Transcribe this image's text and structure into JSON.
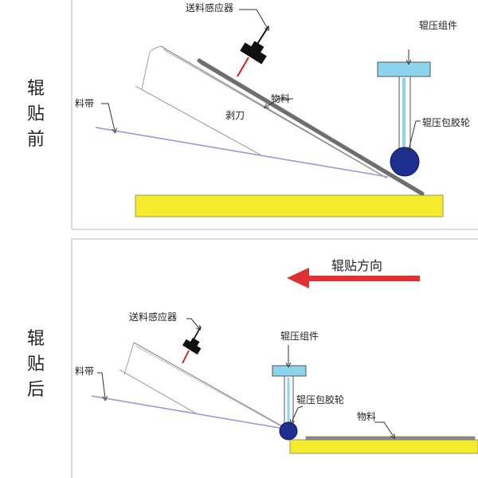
{
  "panels": [
    {
      "side_label": [
        "辊",
        "贴",
        "前"
      ],
      "labels": {
        "sensor": "送料感应器",
        "roller_assembly": "辊压组件",
        "material": "物料",
        "peel_blade": "剥刀",
        "roller_wheel": "辊压包胶轮",
        "tape": "料带"
      }
    },
    {
      "side_label": [
        "辊",
        "贴",
        "后"
      ],
      "direction": "辊贴方向",
      "labels": {
        "sensor": "送料感应器",
        "roller_assembly": "辊压组件",
        "roller_wheel": "辊压包胶轮",
        "tape": "料带",
        "material": "物料"
      }
    }
  ],
  "colors": {
    "base": "#f6ea2c",
    "roller_frame": "#8cd3ee",
    "roller_wheel": "#1f2f8f",
    "material": "#8c8c8c",
    "tape": "#9a98d4",
    "arrow": "#e0302f",
    "sensor_beam": "#d81c1c"
  }
}
